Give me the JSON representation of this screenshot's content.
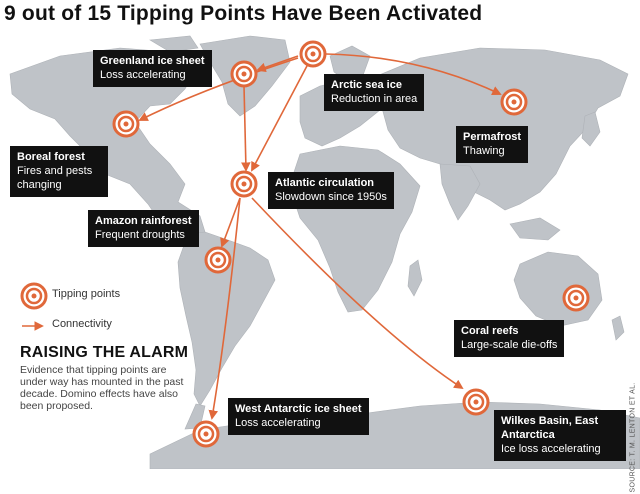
{
  "headline": "9 out of 15 Tipping Points Have Been Activated",
  "colors": {
    "land": "#bfc3c8",
    "ocean": "#ffffff",
    "accent": "#e0683a",
    "label_bg": "#111111"
  },
  "tipping_points": [
    {
      "id": "greenland",
      "title": "Greenland ice sheet",
      "status": "Loss accelerating"
    },
    {
      "id": "arctic",
      "title": "Arctic sea ice",
      "status": "Reduction in area"
    },
    {
      "id": "permafrost",
      "title": "Permafrost",
      "status": "Thawing"
    },
    {
      "id": "boreal",
      "title": "Boreal forest",
      "status": "Fires and pests changing"
    },
    {
      "id": "atlantic",
      "title": "Atlantic circulation",
      "status": "Slowdown since 1950s"
    },
    {
      "id": "amazon",
      "title": "Amazon rainforest",
      "status": "Frequent droughts"
    },
    {
      "id": "coral",
      "title": "Coral reefs",
      "status": "Large-scale die-offs"
    },
    {
      "id": "west_antarctic",
      "title": "West Antarctic ice sheet",
      "status": "Loss accelerating"
    },
    {
      "id": "wilkes",
      "title": "Wilkes Basin, East Antarctica",
      "status": "Ice loss accelerating"
    }
  ],
  "legend": {
    "tipping_points": "Tipping points",
    "connectivity": "Connectivity"
  },
  "raising_alarm": {
    "title": "RAISING THE ALARM",
    "body": "Evidence that tipping points are under way has mounted in the past decade. Domino effects have also been proposed."
  },
  "source": "SOURCE: T. M. LENTON ET AL."
}
